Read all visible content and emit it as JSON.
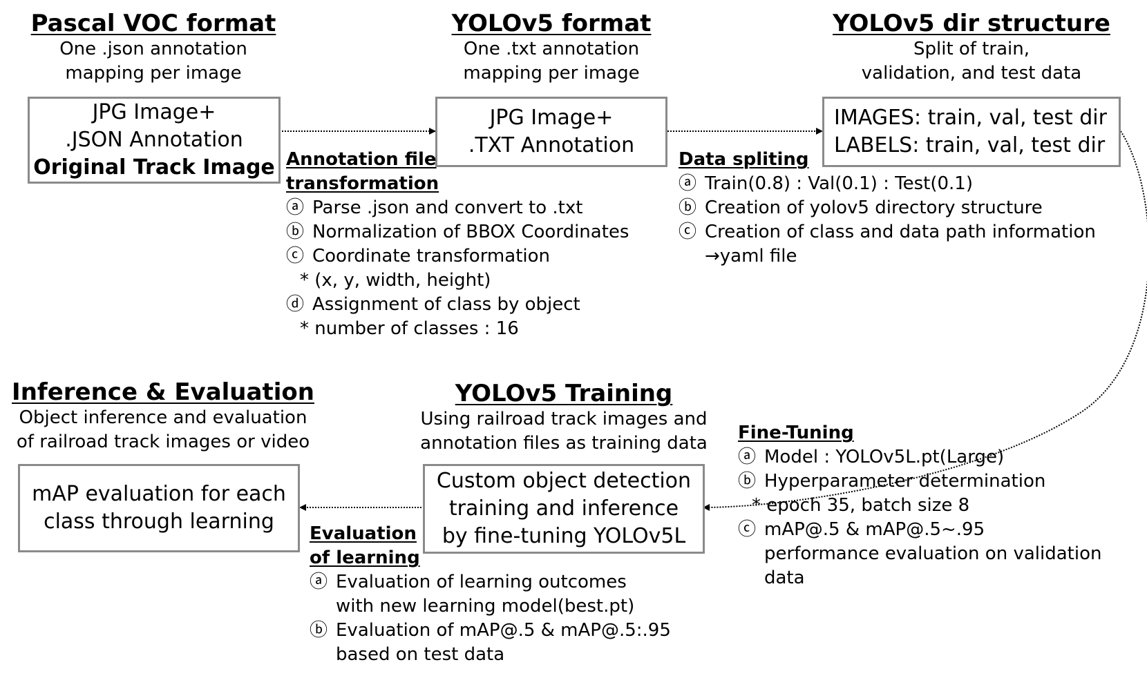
{
  "stages": {
    "voc": {
      "title": "Pascal VOC format",
      "subtitle": [
        "One .json annotation",
        "mapping per image"
      ],
      "box": [
        "JPG Image+",
        ".JSON Annotation",
        "Original Track Image"
      ]
    },
    "yolo": {
      "title": "YOLOv5 format",
      "subtitle": [
        "One .txt annotation",
        "mapping per image"
      ],
      "box": [
        "JPG Image+",
        ".TXT Annotation"
      ]
    },
    "dir": {
      "title": "YOLOv5 dir structure",
      "subtitle": [
        "Split of train,",
        "validation, and test data"
      ],
      "box": [
        "IMAGES: train, val, test dir",
        "LABELS: train, val, test dir"
      ]
    },
    "training": {
      "title": "YOLOv5 Training",
      "subtitle": [
        "Using railroad track images and",
        "annotation files as training data"
      ],
      "box": [
        "Custom object detection",
        "training and inference",
        "by fine-tuning YOLOv5L"
      ]
    },
    "inference": {
      "title": "Inference & Evaluation",
      "subtitle": [
        "Object inference and evaluation",
        "of railroad track images or video"
      ],
      "box": [
        "mAP evaluation for each",
        "class through learning"
      ]
    }
  },
  "steps": {
    "annotation": {
      "heading": [
        "Annotation file",
        "transformation"
      ],
      "items": [
        {
          "marker": "ⓐ",
          "text": "Parse .json and convert to .txt"
        },
        {
          "marker": "ⓑ",
          "text": "Normalization of BBOX Coordinates"
        },
        {
          "marker": "ⓒ",
          "text": "Coordinate transformation"
        },
        {
          "note": "* (x, y, width, height)"
        },
        {
          "marker": "ⓓ",
          "text": "Assignment of class by object"
        },
        {
          "note": "* number of classes : 16"
        }
      ]
    },
    "split": {
      "heading": [
        "Data spliting"
      ],
      "items": [
        {
          "marker": "ⓐ",
          "text": "Train(0.8) : Val(0.1) : Test(0.1)"
        },
        {
          "marker": "ⓑ",
          "text": "Creation of yolov5 directory structure"
        },
        {
          "marker": "ⓒ",
          "text": "Creation of class and data path information"
        },
        {
          "cont": "→yaml file"
        }
      ]
    },
    "finetune": {
      "heading": [
        "Fine-Tuning"
      ],
      "items": [
        {
          "marker": "ⓐ",
          "text": "Model : YOLOv5L.pt(Large)"
        },
        {
          "marker": "ⓑ",
          "text": "Hyperparameter determination"
        },
        {
          "note": "* epoch 35, batch size 8"
        },
        {
          "marker": "ⓒ",
          "text": "mAP@.5 & mAP@.5~.95"
        },
        {
          "cont": "performance evaluation on validation"
        },
        {
          "cont": "data"
        }
      ]
    },
    "evaluation": {
      "heading": [
        "Evaluation",
        "of learning"
      ],
      "items": [
        {
          "marker": "ⓐ",
          "text": "Evaluation of learning outcomes"
        },
        {
          "cont": "with new learning model(best.pt)"
        },
        {
          "marker": "ⓑ",
          "text": "Evaluation of mAP@.5 & mAP@.5:.95"
        },
        {
          "cont": "based on test data"
        }
      ]
    }
  },
  "colors": {
    "box_border": "#8a8a8a",
    "text": "#000000",
    "connector": "#000000"
  }
}
